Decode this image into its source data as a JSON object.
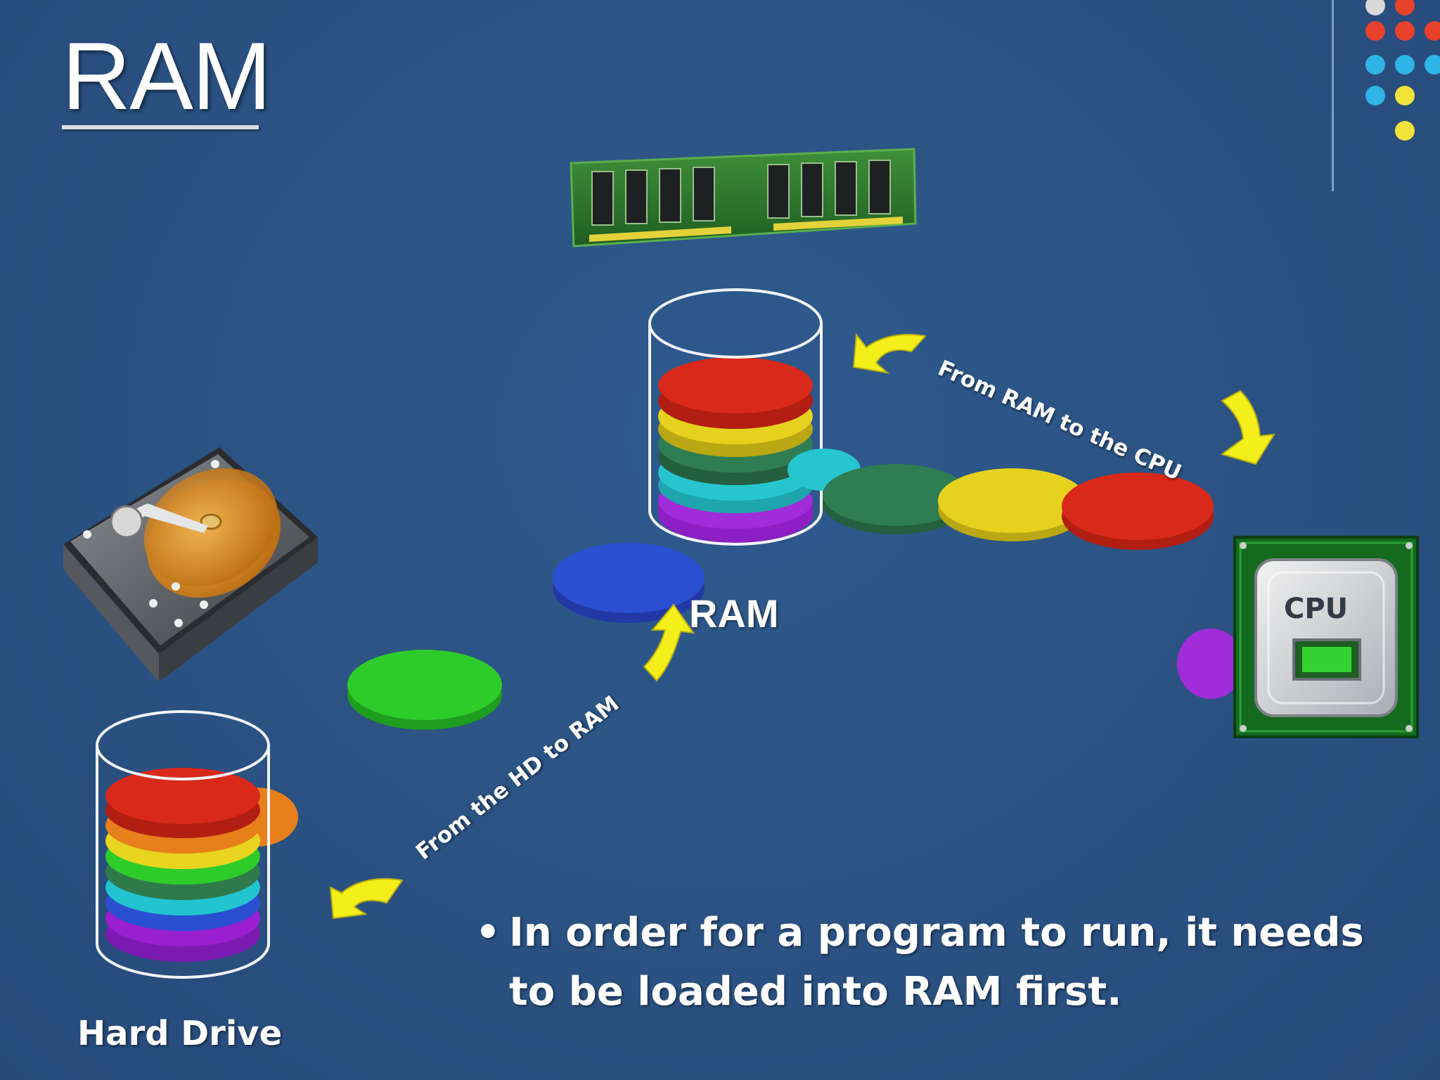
{
  "slide": {
    "title": "RAM",
    "ram_label": "RAM",
    "hard_drive_label": "Hard Drive",
    "cpu_chip_label": "CPU",
    "flow_hd_to_ram": "From the HD to RAM",
    "flow_ram_to_cpu": "From RAM to the CPU",
    "bullet": "In order for a program to run, it needs to be loaded into RAM first."
  },
  "colors": {
    "background": "#2c5384",
    "arrow": "#f4ee1a",
    "red": "#d8291a",
    "orange": "#e77f1b",
    "yellow": "#e9d51f",
    "green": "#2ecc2a",
    "dark_green": "#2f7a4a",
    "cyan": "#22c4cf",
    "blue": "#2a4fd0",
    "purple": "#9a1fd0"
  },
  "corner_dots": [
    "#d8d8d8",
    "#e8412c",
    "#e8412c",
    "#e8412c",
    "#e8412c",
    "#2fb4e6",
    "#2fb4e6",
    "#2fb4e6",
    "#2fb4e6",
    "#f1e33a",
    "#f1e33a"
  ]
}
